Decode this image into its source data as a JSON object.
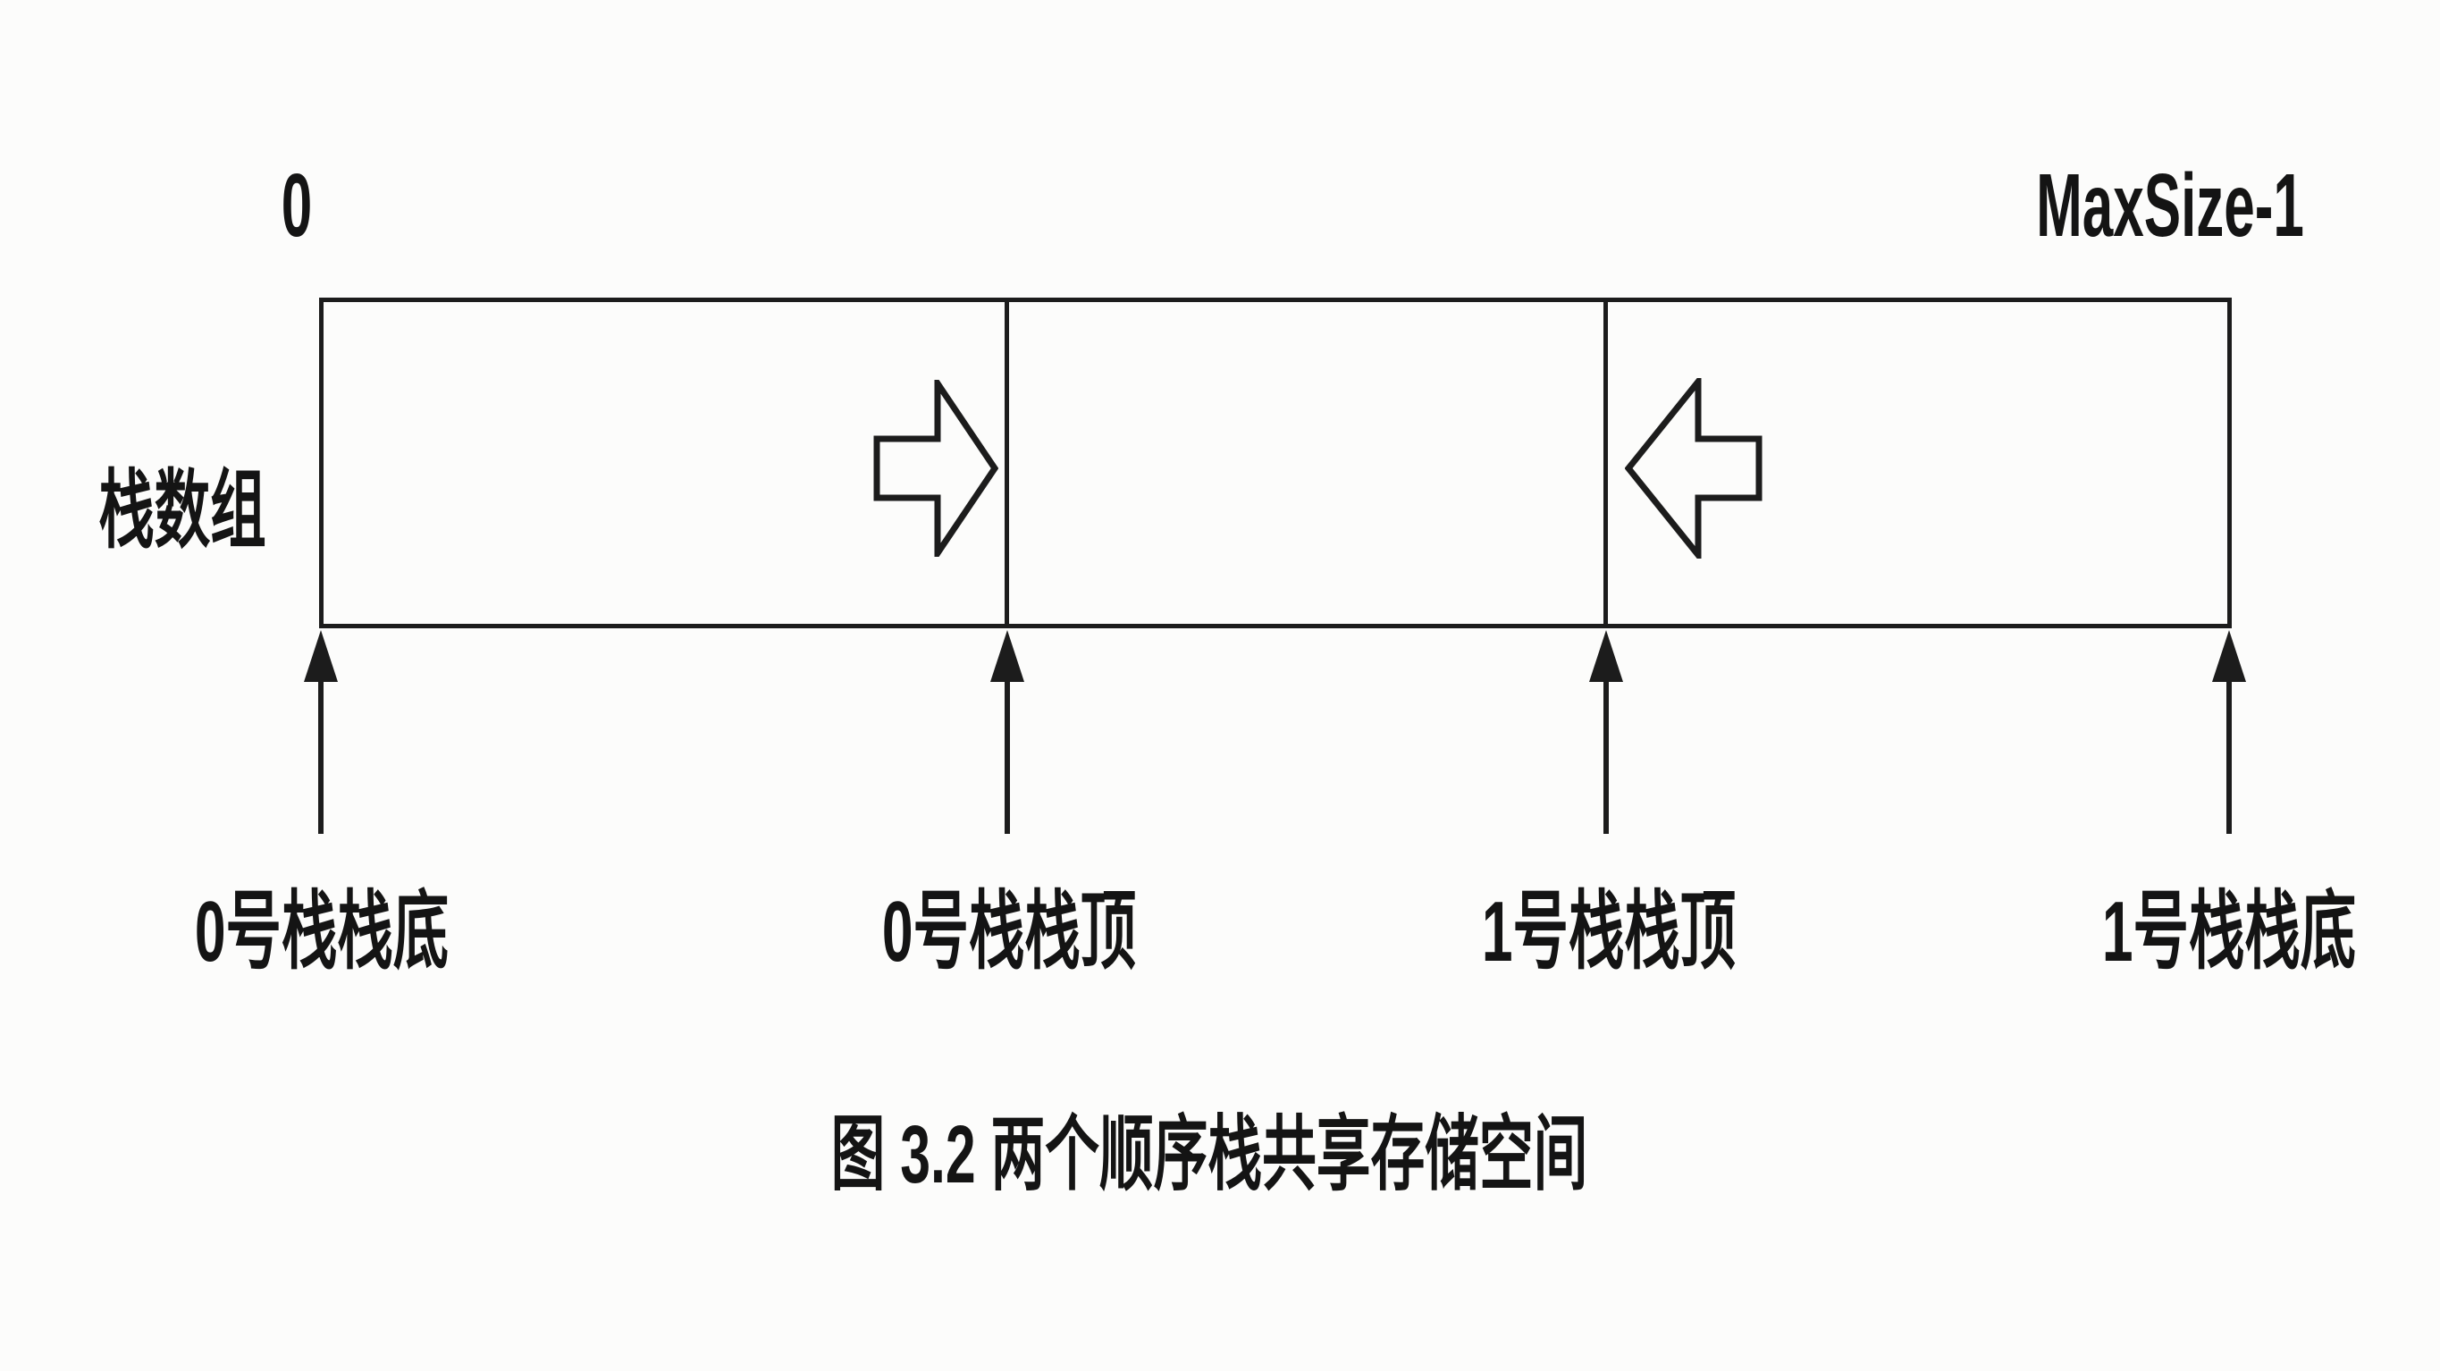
{
  "figure": {
    "index_start": "0",
    "index_end": "MaxSize-1",
    "array_label": "栈数组",
    "pointers": [
      {
        "label": "0号栈栈底"
      },
      {
        "label": "0号栈栈顶"
      },
      {
        "label": "1号栈栈顶"
      },
      {
        "label": "1号栈栈底"
      }
    ],
    "caption": "图 3.2 两个顺序栈共享存储空间",
    "icons": {
      "grow_right": "hollow-right-arrow",
      "grow_left": "hollow-left-arrow",
      "pointer_marker": "up-arrow"
    },
    "colors": {
      "line": "#1c1c1c",
      "text": "#141414",
      "background": "#fcfcfb"
    }
  }
}
